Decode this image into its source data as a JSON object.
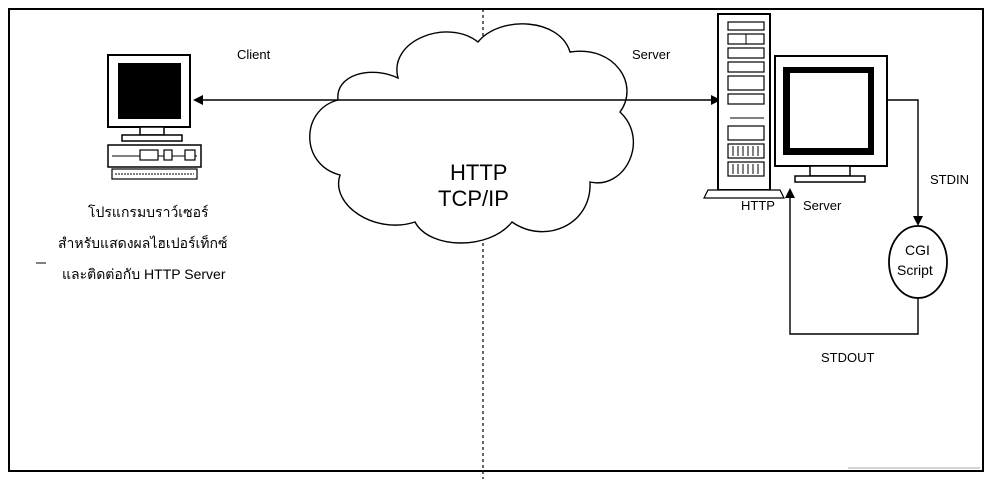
{
  "diagram": {
    "client_label": "Client",
    "server_label": "Server",
    "protocol_line1": "HTTP",
    "protocol_line2": "TCP/IP",
    "http_label": "HTTP",
    "http_server_label": "Server",
    "stdin_label": "STDIN",
    "stdout_label": "STDOUT",
    "cgi_line1": "CGI",
    "cgi_line2": "Script",
    "browser_caption": [
      "โปรแกรมบราว์เซอร์",
      "สำหรับแสดงผลไฮเปอร์เท็กซ์",
      "และติดต่อกับ HTTP Server"
    ]
  }
}
